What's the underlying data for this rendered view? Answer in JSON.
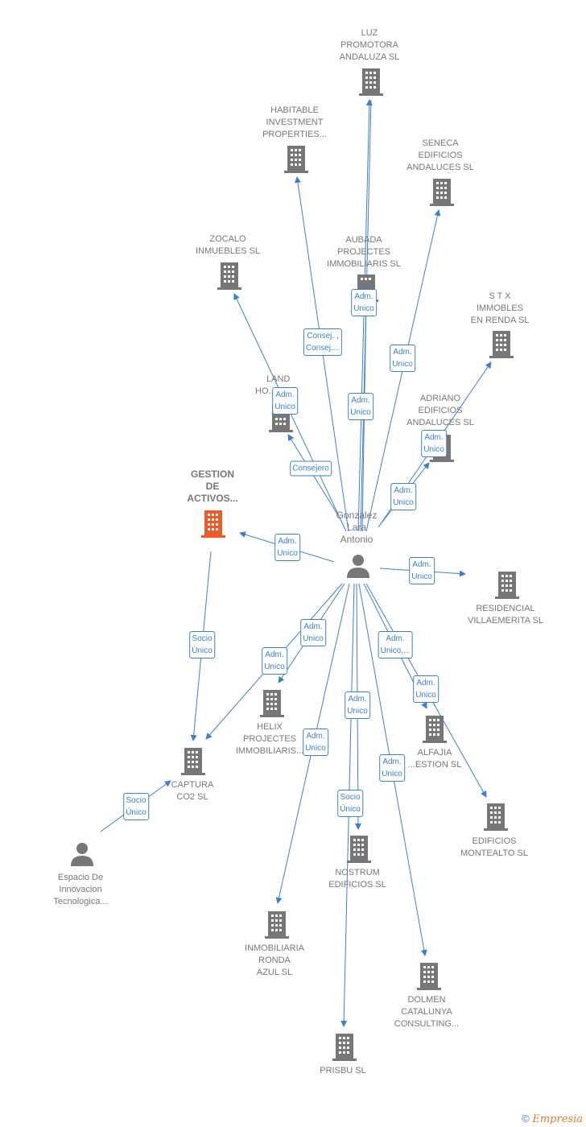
{
  "colors": {
    "edge": "#3c7fd1",
    "node": "#777777",
    "highlight": "#f05a28"
  },
  "nodes": {
    "luz": {
      "lines": [
        "LUZ",
        "PROMOTORA",
        "ANDALUZA SL"
      ],
      "icon": "building-icon"
    },
    "habitable": {
      "lines": [
        "HABITABLE",
        "INVESTMENT",
        "PROPERTIES..."
      ],
      "icon": "building-icon"
    },
    "seneca": {
      "lines": [
        "SENECA",
        "EDIFICIOS",
        "ANDALUCES SL"
      ],
      "icon": "building-icon"
    },
    "zocalo": {
      "lines": [
        "ZOCALO",
        "INMUEBLES SL"
      ],
      "icon": "building-icon"
    },
    "aubada": {
      "lines": [
        "AUBADA",
        "PROJECTES",
        "IMMOBILIARIS SL"
      ],
      "icon": "building-icon"
    },
    "stx": {
      "lines": [
        "S T X",
        "IMMOBLES",
        "EN RENDA SL"
      ],
      "icon": "building-icon"
    },
    "land": {
      "lines": [
        "LAND",
        "HO..."
      ],
      "icon": "building-icon"
    },
    "adriano": {
      "lines": [
        "ADRIANO",
        "EDIFICIOS",
        "ANDALUCES SL"
      ],
      "icon": "building-icon"
    },
    "gestion": {
      "lines": [
        "GESTION",
        "DE",
        "ACTIVOS..."
      ],
      "icon": "building-icon"
    },
    "gonzalez": {
      "lines": [
        "Gonzalez",
        "Lara",
        "Antonio"
      ],
      "icon": "person-icon"
    },
    "residencial": {
      "lines": [
        "RESIDENCIAL",
        "VILLAEMERITA SL"
      ],
      "icon": "building-icon"
    },
    "helix": {
      "lines": [
        "HELIX",
        "PROJECTES",
        "IMMOBILIARIS..."
      ],
      "icon": "building-icon"
    },
    "alfajia": {
      "lines": [
        "ALFAJIA",
        "...ESTION SL"
      ],
      "icon": "building-icon"
    },
    "captura": {
      "lines": [
        "CAPTURA",
        "CO2 SL"
      ],
      "icon": "building-icon"
    },
    "montealto": {
      "lines": [
        "EDIFICIOS",
        "MONTEALTO SL"
      ],
      "icon": "building-icon"
    },
    "espacio": {
      "lines": [
        "Espacio De",
        "Innovacion",
        "Tecnologica..."
      ],
      "icon": "person-icon"
    },
    "nostrum": {
      "lines": [
        "NOSTRUM",
        "EDIFICIOS SL"
      ],
      "icon": "building-icon"
    },
    "inmobiliaria": {
      "lines": [
        "INMOBILIARIA",
        "RONDA",
        "AZUL SL"
      ],
      "icon": "building-icon"
    },
    "dolmen": {
      "lines": [
        "DOLMEN",
        "CATALUNYA",
        "CONSULTING..."
      ],
      "icon": "building-icon"
    },
    "prisbu": {
      "lines": [
        "PRISBU SL"
      ],
      "icon": "building-icon"
    }
  },
  "edge_labels": {
    "luz": [
      "Adm.",
      "Unico"
    ],
    "habitable": [
      "Consej. ,",
      "Consej...."
    ],
    "seneca": [
      "Adm.",
      "Unico"
    ],
    "aubada": [
      "Adm.",
      "Unico"
    ],
    "land": [
      "Adm.",
      "Unico"
    ],
    "zocalo": [
      "Consejero"
    ],
    "stx": [
      "Adm.",
      "Unico"
    ],
    "adriano": [
      "Adm.",
      "Unico"
    ],
    "gestion": [
      "Adm.",
      "Unico"
    ],
    "residencial": [
      "Adm.",
      "Unico"
    ],
    "helix1": [
      "Adm.",
      "Unico"
    ],
    "helix2": [
      "Adm.",
      "Unico"
    ],
    "montealto": [
      "Adm.",
      "Unico,..."
    ],
    "alfajia": [
      "Adm.",
      "Unico"
    ],
    "nostrum": [
      "Adm.",
      "Unico"
    ],
    "inmobiliaria": [
      "Adm.",
      "Unico"
    ],
    "dolmen": [
      "Adm.",
      "Unico"
    ],
    "gestion_captura": [
      "Socio",
      "Único"
    ],
    "prisbu": [
      "Socio",
      "Único"
    ],
    "espacio_captura": [
      "Socio",
      "Único"
    ]
  },
  "footer": {
    "copyright": "©",
    "brand": "Empresia"
  }
}
